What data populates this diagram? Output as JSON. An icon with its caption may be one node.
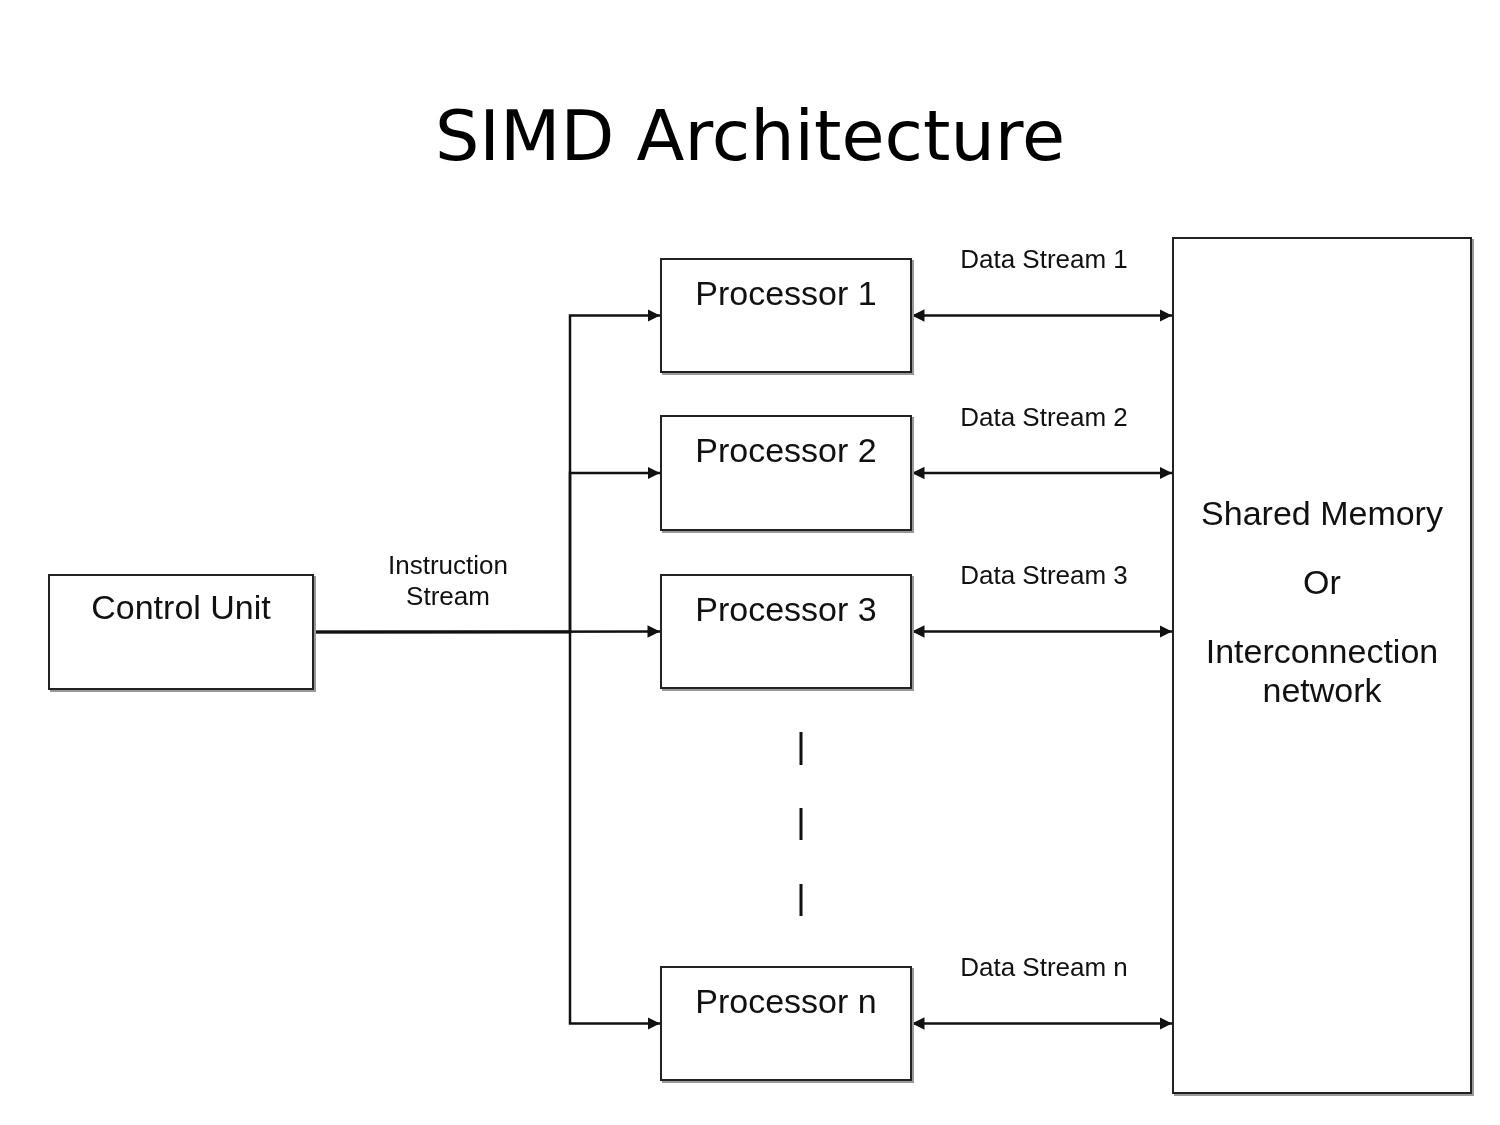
{
  "diagram": {
    "title": "SIMD Architecture",
    "nodes": [
      {
        "text": [
          "Control Unit"
        ]
      },
      {
        "text": [
          "Processor 1"
        ]
      },
      {
        "text": [
          "Processor 2"
        ]
      },
      {
        "text": [
          "Processor 3"
        ]
      },
      {
        "text": [
          "Processor n"
        ]
      },
      {
        "text": [
          "Shared Memory",
          "Or",
          "Interconnection network"
        ]
      }
    ],
    "edges": [
      {
        "from": 0,
        "to": 1,
        "arrow": "to",
        "label": "Instruction Stream"
      },
      {
        "from": 0,
        "to": 2,
        "arrow": "to"
      },
      {
        "from": 0,
        "to": 3,
        "arrow": "to"
      },
      {
        "from": 0,
        "to": 4,
        "arrow": "to"
      },
      {
        "from": 1,
        "to": 5,
        "arrow": "both",
        "label": "Data Stream 1"
      },
      {
        "from": 2,
        "to": 5,
        "arrow": "both",
        "label": "Data Stream 2"
      },
      {
        "from": 3,
        "to": 5,
        "arrow": "both",
        "label": "Data Stream 3"
      },
      {
        "from": 4,
        "to": 5,
        "arrow": "both",
        "label": "Data Stream n"
      }
    ]
  }
}
